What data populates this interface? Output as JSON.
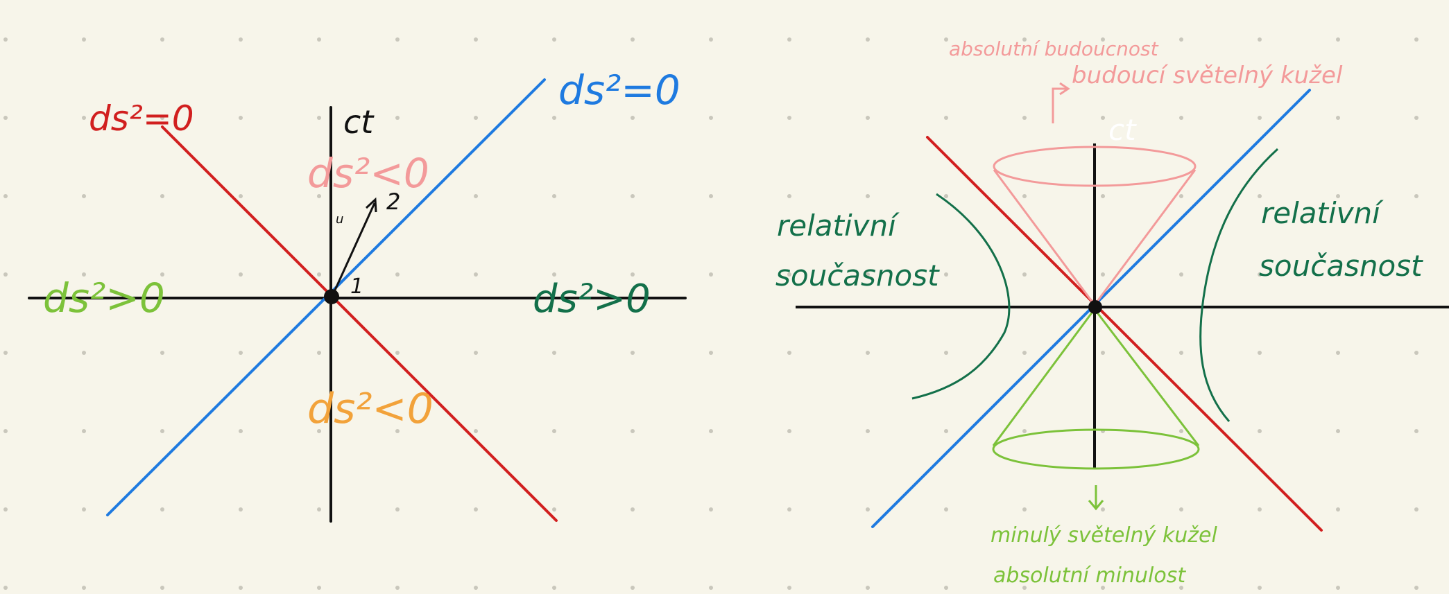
{
  "colors": {
    "background": "#f7f5ea",
    "dots": "#c9c7bc",
    "axis": "#111111",
    "red_line": "#d11f1f",
    "blue_line": "#1e7ae0",
    "pink": "#f39a9a",
    "light_green": "#7cc23a",
    "dark_green": "#13704a",
    "orange": "#f2a23a"
  },
  "left_diagram": {
    "time_axis_label": "ct",
    "label_red_line": "ds²=0",
    "label_blue_line": "ds²=0",
    "label_timelike_future": "ds²<0",
    "label_timelike_past": "ds²<0",
    "label_spacelike_left": "ds²>0",
    "label_spacelike_right": "ds²>0",
    "event_1": "1",
    "event_2": "2",
    "vector_note": "u"
  },
  "right_diagram": {
    "time_axis_label": "ct",
    "absolute_future": "absolutní budoucnost",
    "future_cone": "budoucí světelný kužel",
    "relative_present_left_1": "relativní",
    "relative_present_left_2": "současnost",
    "relative_present_right_1": "relativní",
    "relative_present_right_2": "současnost",
    "past_cone": "minulý světelný kužel",
    "absolute_past": "absolutní minulost"
  }
}
